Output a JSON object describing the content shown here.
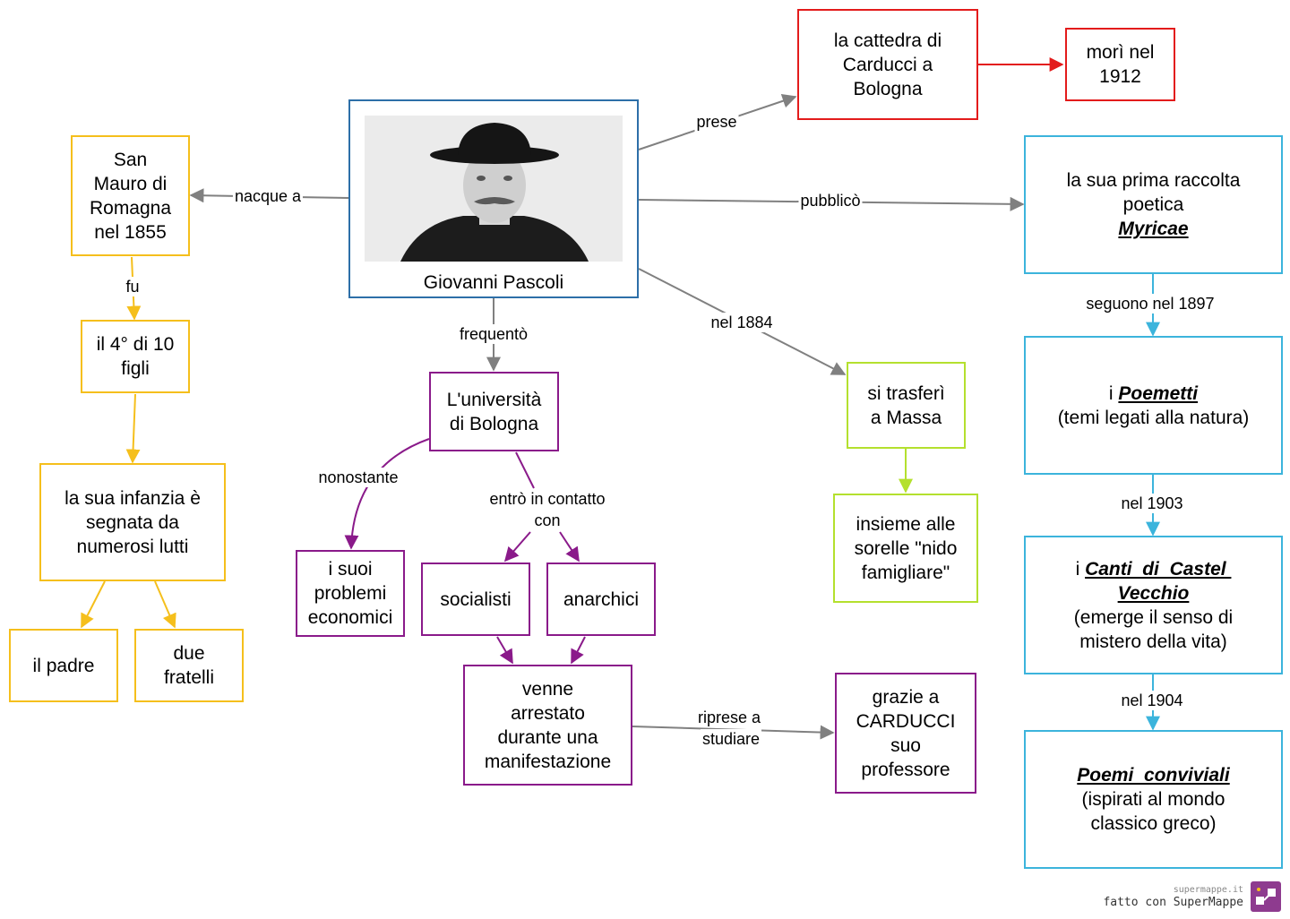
{
  "central": {
    "caption": "Giovanni Pascoli"
  },
  "nodes": {
    "san_mauro": [
      "San",
      "Mauro di",
      "Romagna",
      "nel 1855"
    ],
    "quarto": [
      "il 4° di 10",
      "figli"
    ],
    "infanzia": [
      "la sua infanzia è",
      "segnata da",
      "numerosi lutti"
    ],
    "padre": [
      "il padre"
    ],
    "fratelli": [
      "due",
      "fratelli"
    ],
    "universita": [
      "L'università",
      "di Bologna"
    ],
    "problemi": [
      "i suoi",
      "problemi",
      "economici"
    ],
    "socialisti": [
      "socialisti"
    ],
    "anarchici": [
      "anarchici"
    ],
    "arrestato": [
      "venne",
      "arrestato",
      "durante una",
      "manifestazione"
    ],
    "carducci_prof": [
      "grazie a",
      "CARDUCCI",
      "suo",
      "professore"
    ],
    "cattedra": [
      "la cattedra di",
      "Carducci a",
      "Bologna"
    ],
    "mori": [
      "morì nel",
      "1912"
    ],
    "massa": [
      "si trasferì",
      "a Massa"
    ],
    "sorelle": [
      "insieme alle",
      "sorelle \"nido",
      "famigliare\""
    ],
    "myricae": {
      "line1": "la sua prima raccolta",
      "line2": "poetica",
      "title": "Myricae"
    },
    "poemetti": {
      "prefix": "i ",
      "title": "Poemetti",
      "desc": "(temi legati alla natura)"
    },
    "canti": {
      "prefix": "i ",
      "title1": "Canti  di  Castel ",
      "title2": "Vecchio",
      "desc1": "(emerge il senso di",
      "desc2": "mistero della vita)"
    },
    "poemi": {
      "title": "Poemi  conviviali",
      "desc1": "(ispirati al mondo",
      "desc2": "classico greco)"
    }
  },
  "labels": {
    "nacque_a": "nacque a",
    "fu": "fu",
    "frequento": "frequentò",
    "nonostante": "nonostante",
    "entro_1": "entrò in contatto",
    "entro_2": "con",
    "ripresa_1": "riprese a",
    "ripresa_2": "studiare",
    "prese": "prese",
    "pubblico": "pubblicò",
    "nel_1884": "nel 1884",
    "seguono": "seguono nel 1897",
    "nel_1903": "nel 1903",
    "nel_1904": "nel 1904"
  },
  "footer": {
    "site": "supermappe.it",
    "made_with": "fatto con SuperMappe"
  },
  "colors": {
    "yellow": "#f5bf1c",
    "purple": "#8a1a8a",
    "red": "#e31b1b",
    "green": "#b4e02e",
    "cyan": "#3cb4dc",
    "blue": "#2d6fa8",
    "gray": "#808080",
    "logo": "#8e3b8f"
  }
}
